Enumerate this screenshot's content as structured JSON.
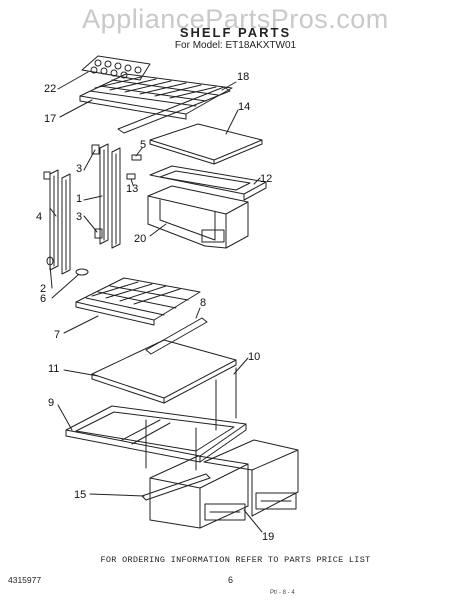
{
  "watermark": "AppliancePartsPros.com",
  "title": "SHELF PARTS",
  "model_line": "For Model: ET18AKXTW01",
  "footer_note": "FOR ORDERING INFORMATION REFER TO PARTS PRICE LIST",
  "doc_number": "4315977",
  "page_number": "6",
  "bottom_mark": "Pt/ - 8 - 4",
  "callouts": {
    "c22": "22",
    "c17": "17",
    "c18": "18",
    "c14": "14",
    "c5": "5",
    "c3a": "3",
    "c1": "1",
    "c13": "13",
    "c12": "12",
    "c4": "4",
    "c3b": "3",
    "c20": "20",
    "c2": "2",
    "c6": "6",
    "c8": "8",
    "c7": "7",
    "c10": "10",
    "c11": "11",
    "c9": "9",
    "c15": "15",
    "c19": "19"
  }
}
